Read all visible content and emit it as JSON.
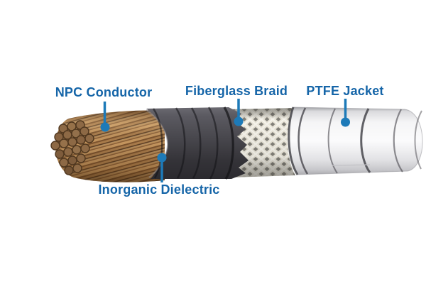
{
  "labels": {
    "conductor": "NPC Conductor",
    "fiberglass_braid": "Fiberglass Braid",
    "ptfe_jacket": "PTFE Jacket",
    "inorganic_dielectric": "Inorganic Dielectric"
  },
  "colors": {
    "background": "#ffffff",
    "label_text": "#1565a8",
    "pointer": "#1d7ab8",
    "copper": "#a97c4f",
    "copper_dark": "#6f4c2b",
    "dielectric_gray": "#47464b",
    "braid_cream": "#ece8dc",
    "jacket_white": "#f0f0f2"
  }
}
